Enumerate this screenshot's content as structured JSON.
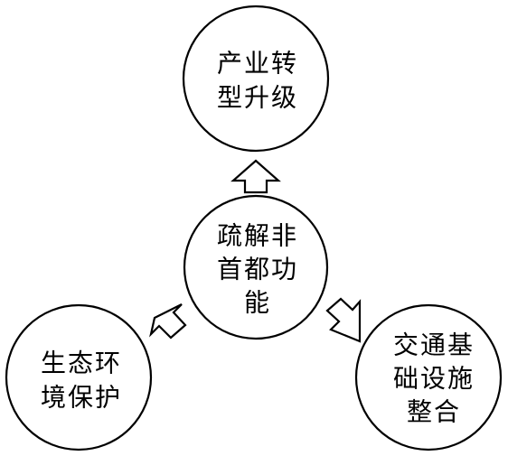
{
  "diagram": {
    "center": {
      "lines": [
        "疏解非",
        "首都功",
        "能"
      ]
    },
    "top": {
      "lines": [
        "产业转",
        "型升级"
      ]
    },
    "left": {
      "lines": [
        "生态环",
        "境保护"
      ]
    },
    "right": {
      "lines": [
        "交通基",
        "础设施",
        "整合"
      ]
    }
  }
}
